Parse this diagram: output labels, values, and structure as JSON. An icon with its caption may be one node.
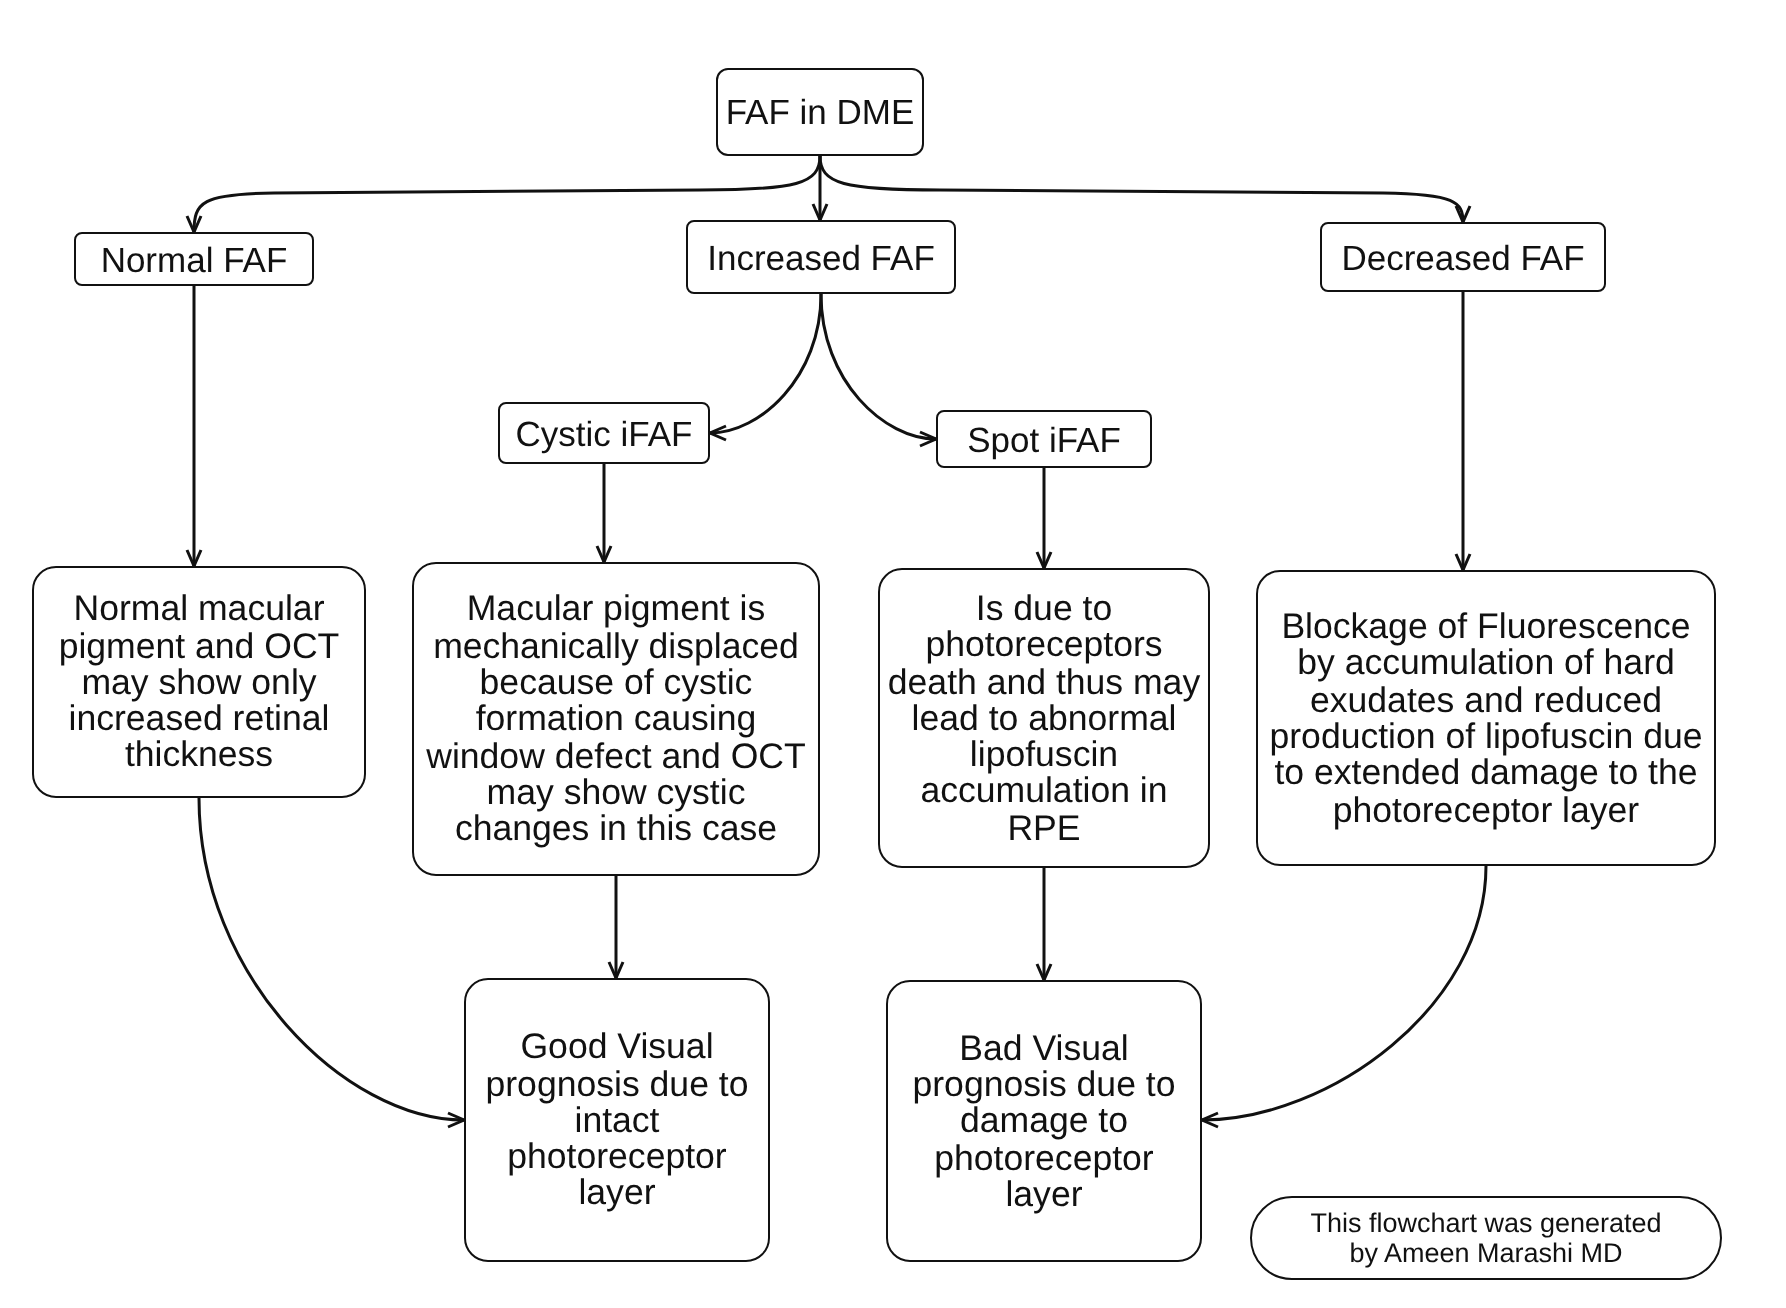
{
  "diagram": {
    "nodes": [
      {
        "text": [
          "FAF in DME"
        ]
      },
      {
        "text": [
          "Normal FAF"
        ]
      },
      {
        "text": [
          "Increased FAF"
        ]
      },
      {
        "text": [
          "Decreased FAF"
        ]
      },
      {
        "text": [
          "Cystic iFAF"
        ]
      },
      {
        "text": [
          "Spot iFAF"
        ]
      },
      {
        "text": [
          "Normal macular pigment and OCT may show only increased retinal thickness"
        ]
      },
      {
        "text": [
          "Macular pigment is mechanically displaced because of cystic formation causing window defect and OCT may show cystic changes in this case"
        ]
      },
      {
        "text": [
          "Is due to photoreceptors death and thus may lead to abnormal lipofuscin accumulation in RPE"
        ]
      },
      {
        "text": [
          "Blockage of Fluorescence by accumulation of hard exudates and reduced production of lipofuscin due to extended damage to the photoreceptor layer"
        ]
      },
      {
        "text": [
          "Good Visual prognosis due to intact photoreceptor layer"
        ]
      },
      {
        "text": [
          "Bad Visual prognosis due to damage to photoreceptor layer"
        ]
      },
      {
        "text": [
          "This flowchart was generated by Ameen Marashi MD"
        ]
      }
    ],
    "edges": [
      {
        "from": 0,
        "to": 1,
        "arrow": "to"
      },
      {
        "from": 0,
        "to": 2,
        "arrow": "to"
      },
      {
        "from": 0,
        "to": 3,
        "arrow": "to"
      },
      {
        "from": 2,
        "to": 4,
        "arrow": "to"
      },
      {
        "from": 2,
        "to": 5,
        "arrow": "to"
      },
      {
        "from": 1,
        "to": 6,
        "arrow": "to"
      },
      {
        "from": 4,
        "to": 7,
        "arrow": "to"
      },
      {
        "from": 5,
        "to": 8,
        "arrow": "to"
      },
      {
        "from": 3,
        "to": 9,
        "arrow": "to"
      },
      {
        "from": 7,
        "to": 10,
        "arrow": "to"
      },
      {
        "from": 6,
        "to": 10,
        "arrow": "to"
      },
      {
        "from": 8,
        "to": 11,
        "arrow": "to"
      },
      {
        "from": 9,
        "to": 11,
        "arrow": "to"
      }
    ]
  }
}
